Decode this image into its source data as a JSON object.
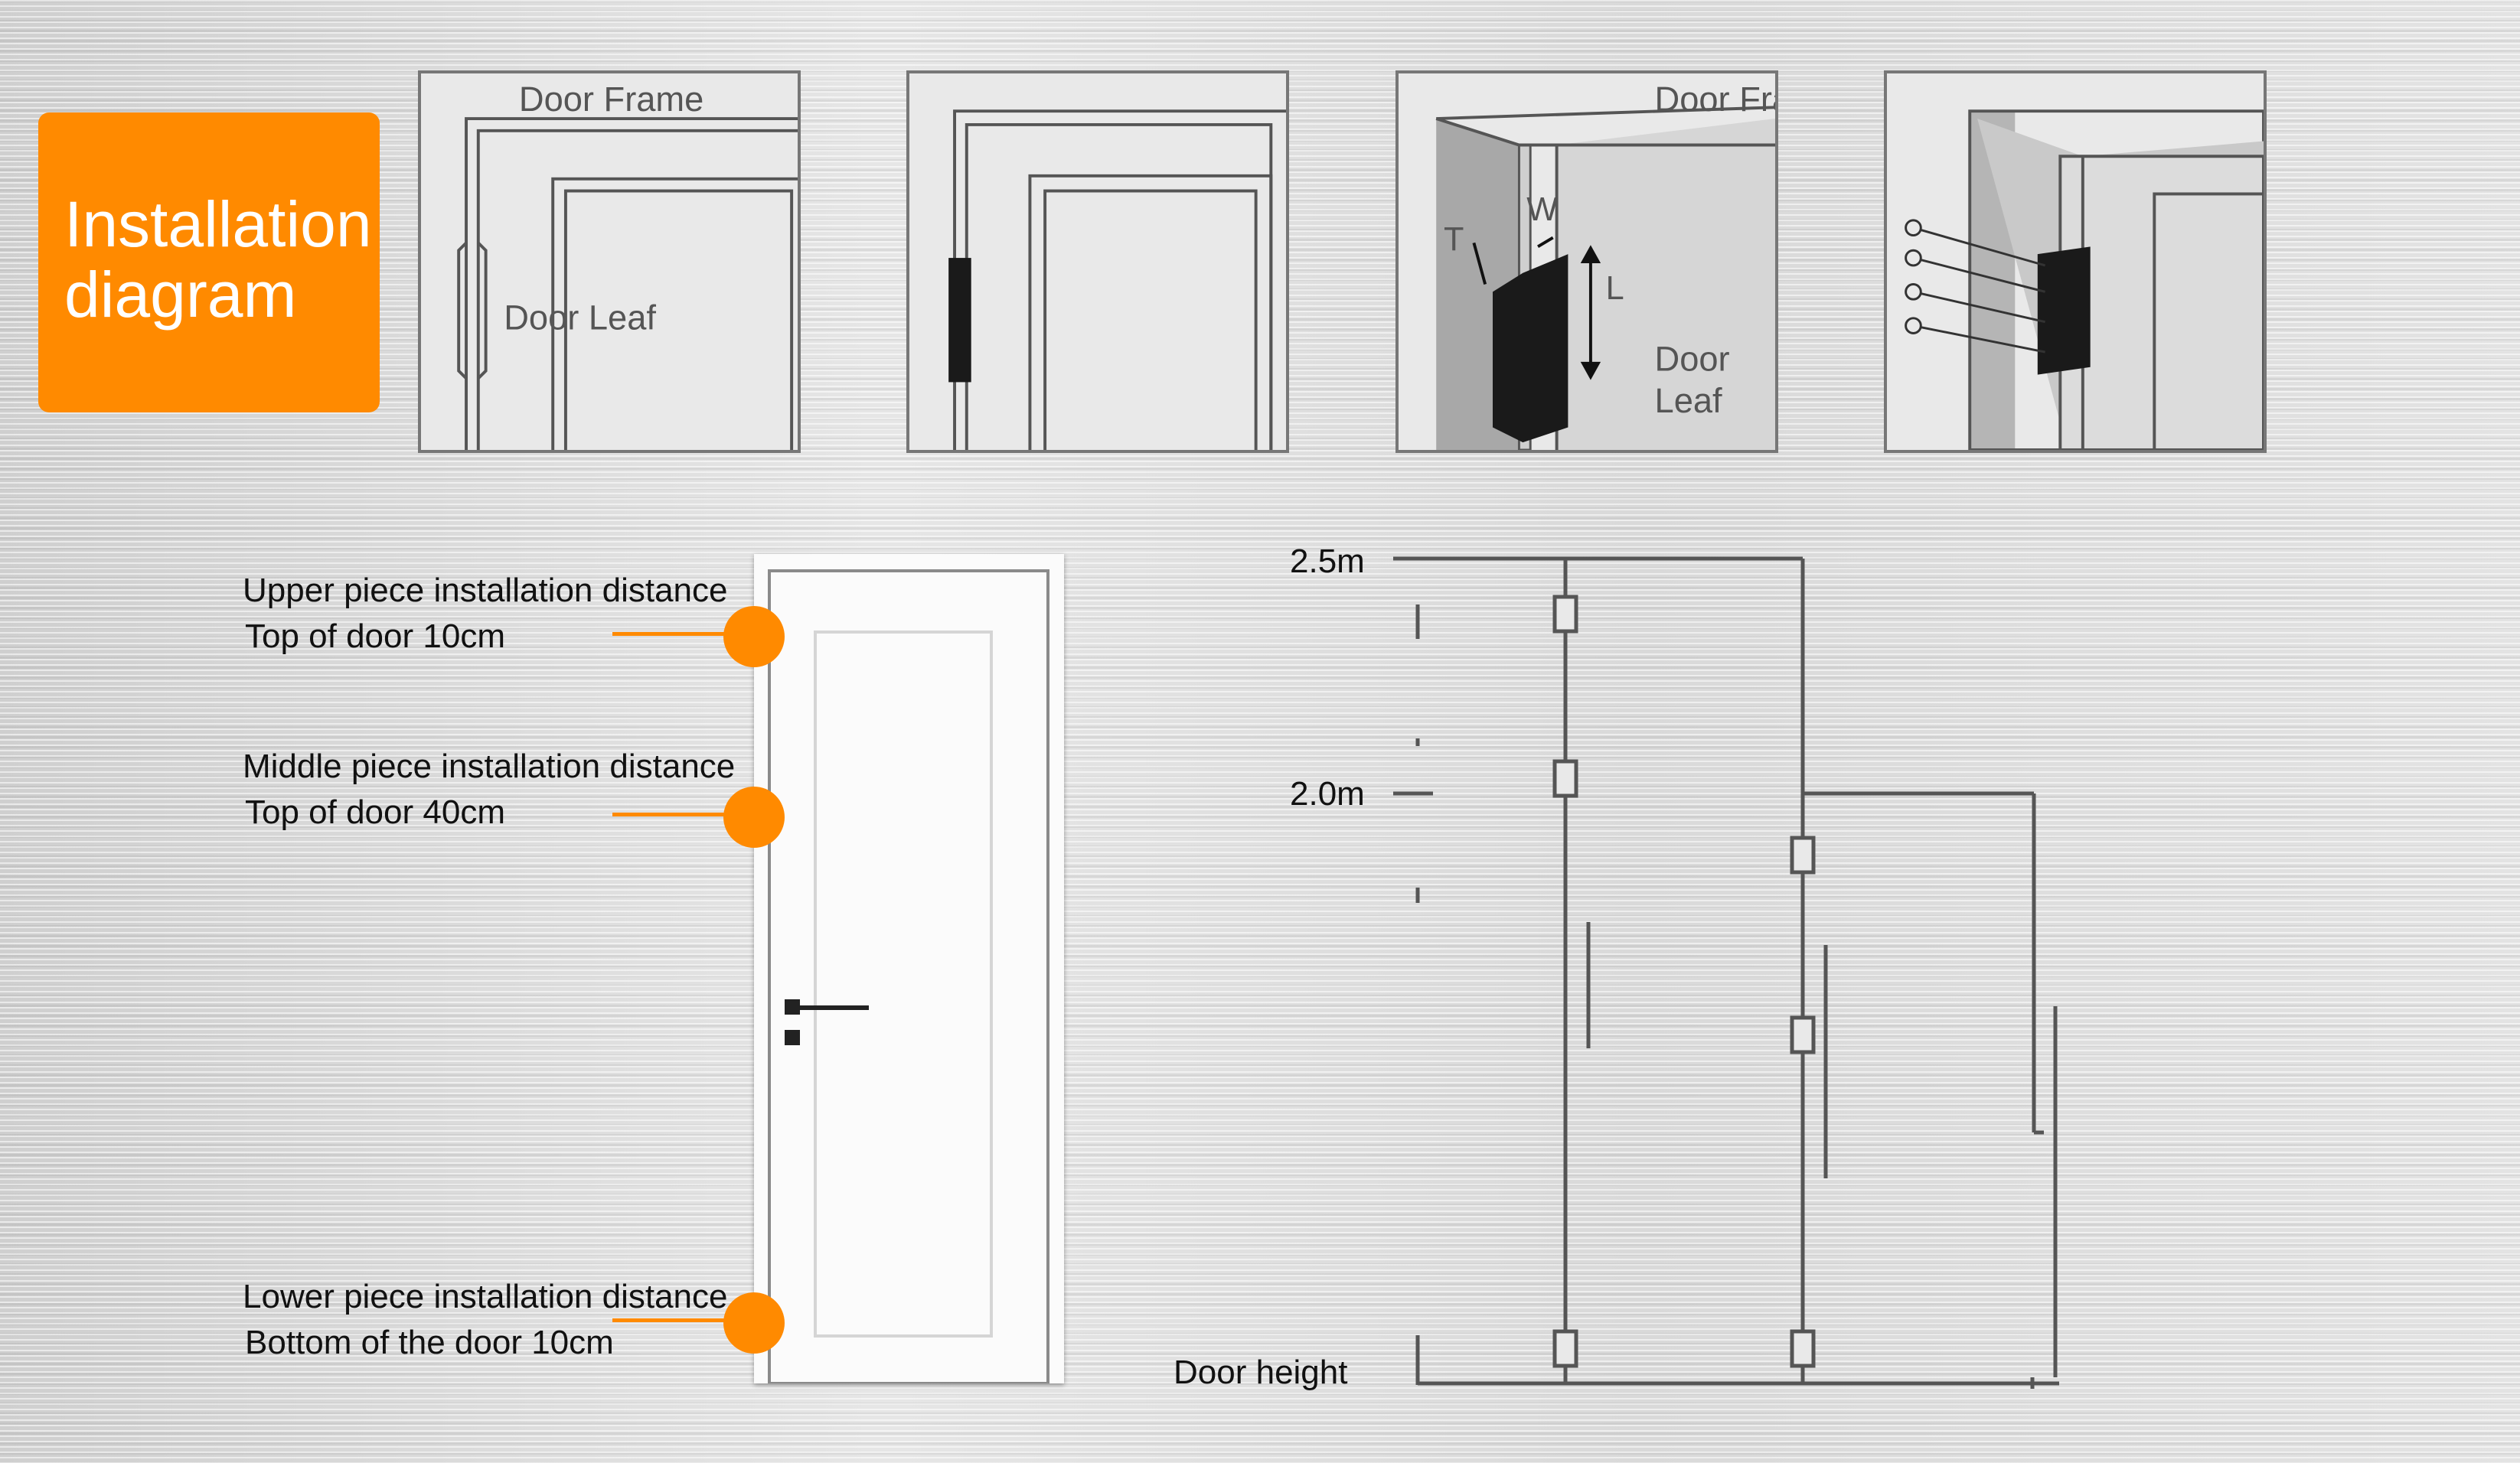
{
  "badge": {
    "line1": "Installation",
    "line2": "diagram"
  },
  "panels": {
    "p1": {
      "frame_label": "Door Frame",
      "leaf_label": "Door Leaf"
    },
    "p3": {
      "frame_label": "Door Frame",
      "dim_t": "T",
      "dim_w": "W",
      "dim_l": "L",
      "leaf_line1": "Door",
      "leaf_line2": "Leaf"
    }
  },
  "callouts": [
    {
      "title": "Upper piece installation distance",
      "detail": "Top of door 10cm"
    },
    {
      "title": "Middle piece installation distance",
      "detail": "Top of door 40cm"
    },
    {
      "title": "Lower piece installation distance",
      "detail": "Bottom of the door 10cm"
    }
  ],
  "height_chart": {
    "tick_top": "2.5m",
    "tick_mid": "2.0m",
    "base_label": "Door height"
  },
  "colors": {
    "accent": "#ff8a00",
    "line": "#555555",
    "door": "#fbfbfb"
  }
}
